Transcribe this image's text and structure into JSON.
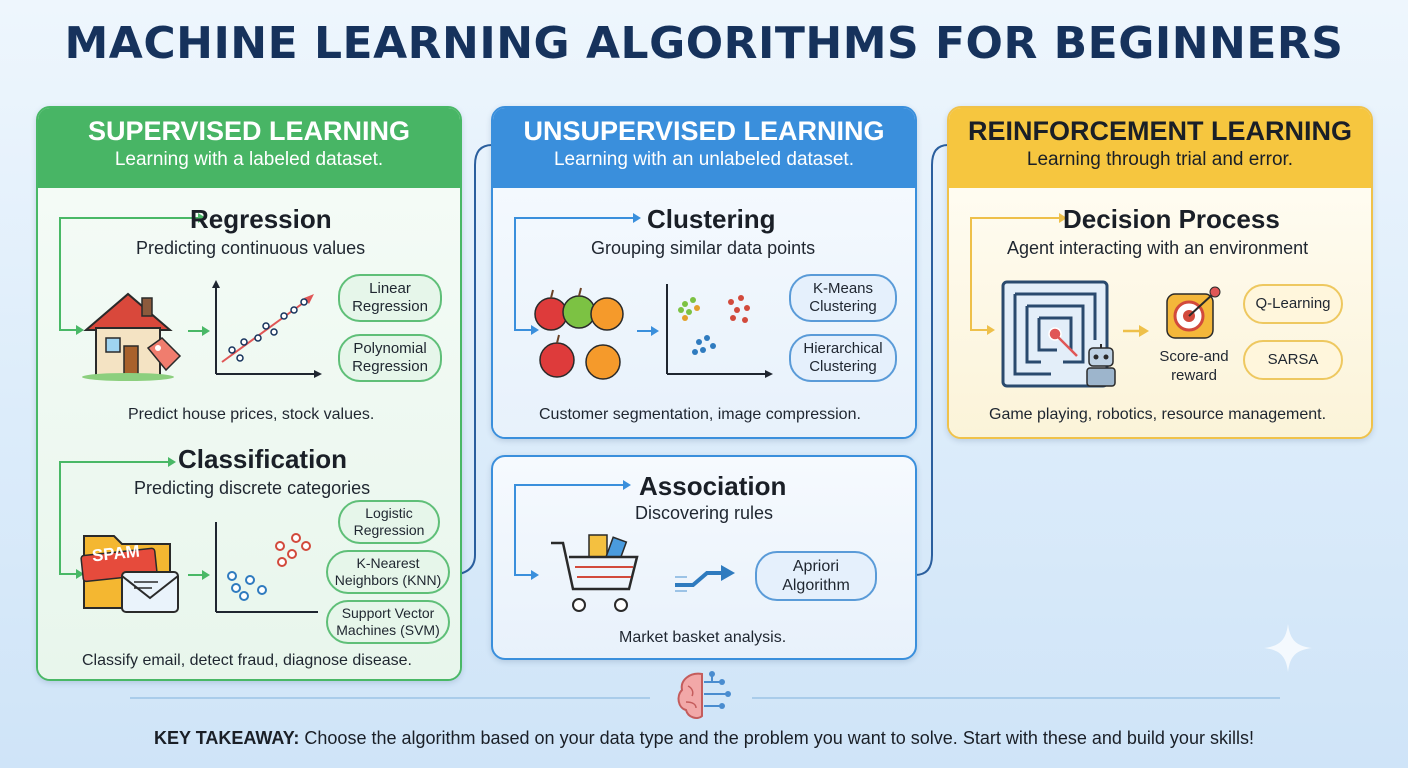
{
  "title": "MACHINE LEARNING ALGORITHMS FOR BEGINNERS",
  "colors": {
    "green": "#3db35c",
    "blue": "#3a8fdc",
    "yellow": "#f3c440",
    "navy": "#16325c"
  },
  "supervised": {
    "title": "SUPERVISED LEARNING",
    "subtitle": "Learning with a labeled dataset.",
    "regression": {
      "title": "Regression",
      "subtitle": "Predicting continuous values",
      "algorithms": [
        "Linear\nRegression",
        "Polynomial\nRegression"
      ],
      "example": "Predict house prices, stock values.",
      "icons": [
        "house-icon",
        "price-tag-icon",
        "scatter-trend-icon"
      ]
    },
    "classification": {
      "title": "Classification",
      "subtitle": "Predicting discrete categories",
      "algorithms": [
        "Logistic\nRegression",
        "K-Nearest\nNeighbors (KNN)",
        "Support Vector\nMachines (SVM)"
      ],
      "example": "Classify email, detect fraud, diagnose disease.",
      "spam_label": "SPAM",
      "icons": [
        "folder-icon",
        "envelope-icon",
        "scatter-classes-icon"
      ]
    }
  },
  "unsupervised": {
    "title": "UNSUPERVISED LEARNING",
    "subtitle": "Learning with an unlabeled dataset.",
    "clustering": {
      "title": "Clustering",
      "subtitle": "Grouping similar data points",
      "algorithms": [
        "K-Means\nClustering",
        "Hierarchical\nClustering"
      ],
      "example": "Customer segmentation, image compression.",
      "icons": [
        "fruit-icon",
        "cluster-scatter-icon"
      ]
    },
    "association": {
      "title": "Association",
      "subtitle": "Discovering rules",
      "algorithms": [
        "Apriori\nAlgorithm"
      ],
      "example": "Market basket analysis.",
      "icons": [
        "shopping-cart-icon",
        "arrow-icon"
      ]
    }
  },
  "reinforcement": {
    "title": "REINFORCEMENT LEARNING",
    "subtitle": "Learning through trial and error.",
    "decision": {
      "title": "Decision Process",
      "subtitle": "Agent interacting with an environment",
      "reward_label": "Score-and\nreward",
      "algorithms": [
        "Q-Learning",
        "SARSA"
      ],
      "example": "Game playing, robotics, resource management.",
      "icons": [
        "maze-icon",
        "robot-icon",
        "target-reward-icon"
      ]
    }
  },
  "takeaway": {
    "label": "KEY TAKEAWAY:",
    "text": " Choose the algorithm based on your data type and the problem you want to solve. Start with these and build your skills!"
  }
}
